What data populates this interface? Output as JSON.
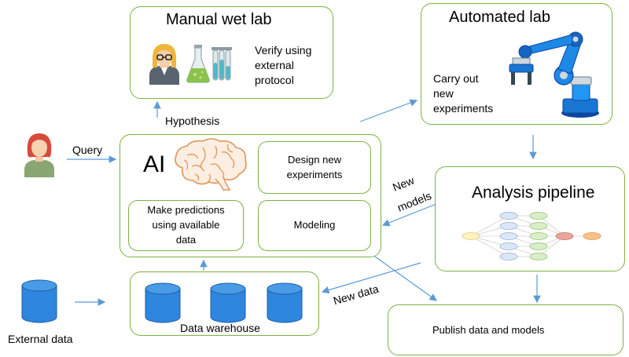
{
  "manual_lab": {
    "title": "Manual wet lab",
    "desc_lines": [
      "Verify using",
      "external",
      "protocol"
    ]
  },
  "automated_lab": {
    "title": "Automated lab",
    "desc_lines": [
      "Carry out",
      "new",
      "experiments"
    ]
  },
  "ai": {
    "title": "AI",
    "design_lines": [
      "Design new",
      "experiments"
    ],
    "predict_lines": [
      "Make predictions",
      "using available",
      "data"
    ],
    "modeling": "Modeling"
  },
  "analysis": {
    "title": "Analysis pipeline"
  },
  "warehouse": {
    "label": "Data warehouse"
  },
  "publish": {
    "label": "Publish data and models"
  },
  "external": {
    "label": "External data"
  },
  "edges": {
    "query": "Query",
    "hypothesis": "Hypothesis",
    "new_models_lines": [
      "New",
      "models"
    ],
    "new_data": "New data"
  },
  "colors": {
    "box_border": "#7cb342",
    "arrow": "#5b9bd5",
    "db_fill": "#2e86de"
  },
  "icons": [
    "scientist-icon",
    "lab-flask-icon",
    "test-tubes-icon",
    "robot-arm-icon",
    "user-icon",
    "brain-icon",
    "database-icon",
    "network-graph-icon"
  ]
}
